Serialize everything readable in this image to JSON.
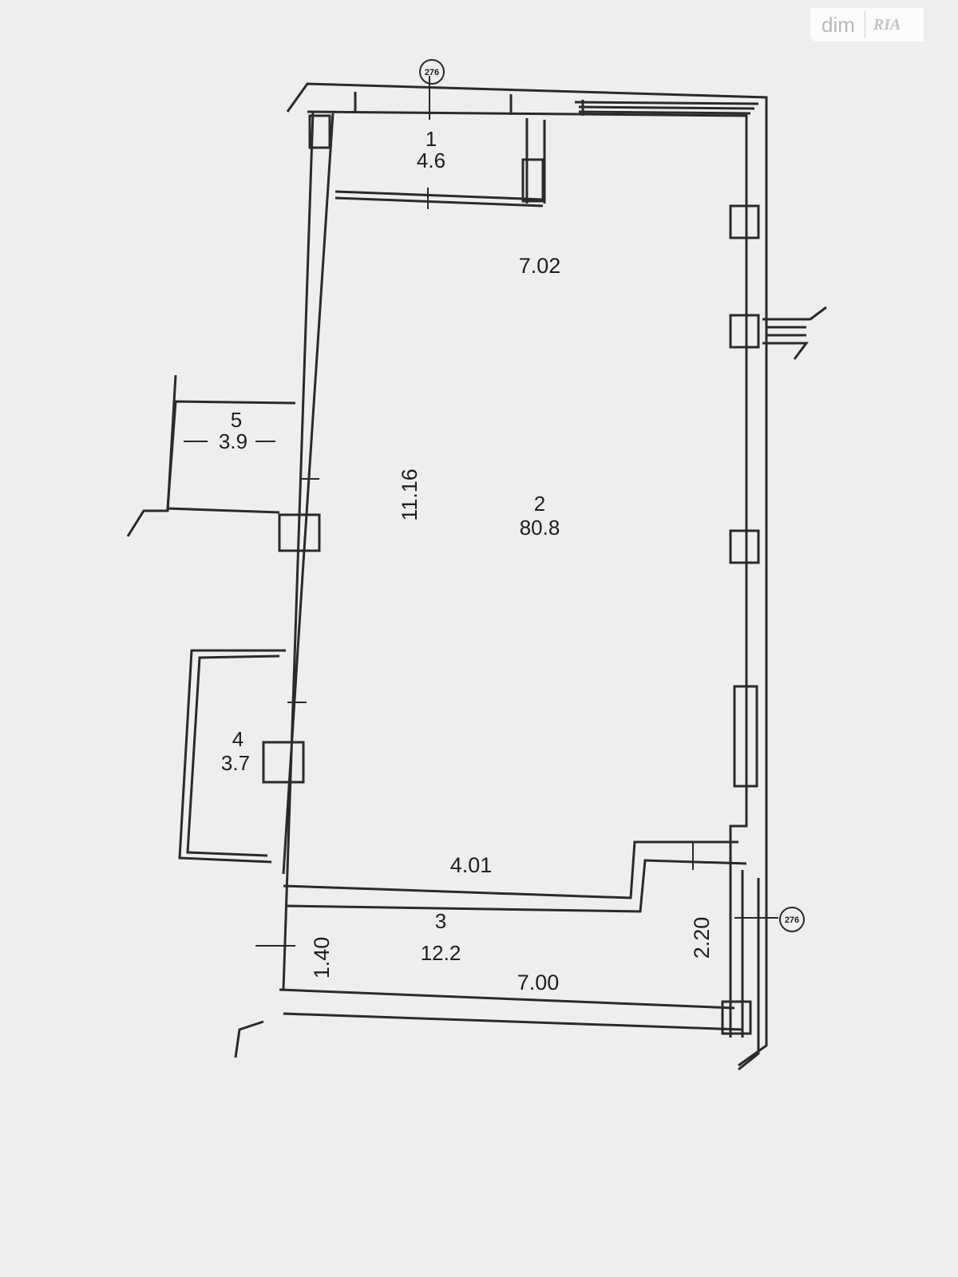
{
  "watermark": {
    "brand": "dim",
    "brand2": "RIA"
  },
  "axis_markers": [
    "276",
    "276"
  ],
  "rooms": [
    {
      "number": "1",
      "area": "4.6"
    },
    {
      "number": "2",
      "area": "80.8"
    },
    {
      "number": "3",
      "area": "12.2"
    },
    {
      "number": "4",
      "area": "3.7"
    },
    {
      "number": "5",
      "area": "3.9"
    }
  ],
  "dimensions": [
    "7.02",
    "11.16",
    "4.01",
    "7.00",
    "1.40",
    "2.20"
  ]
}
